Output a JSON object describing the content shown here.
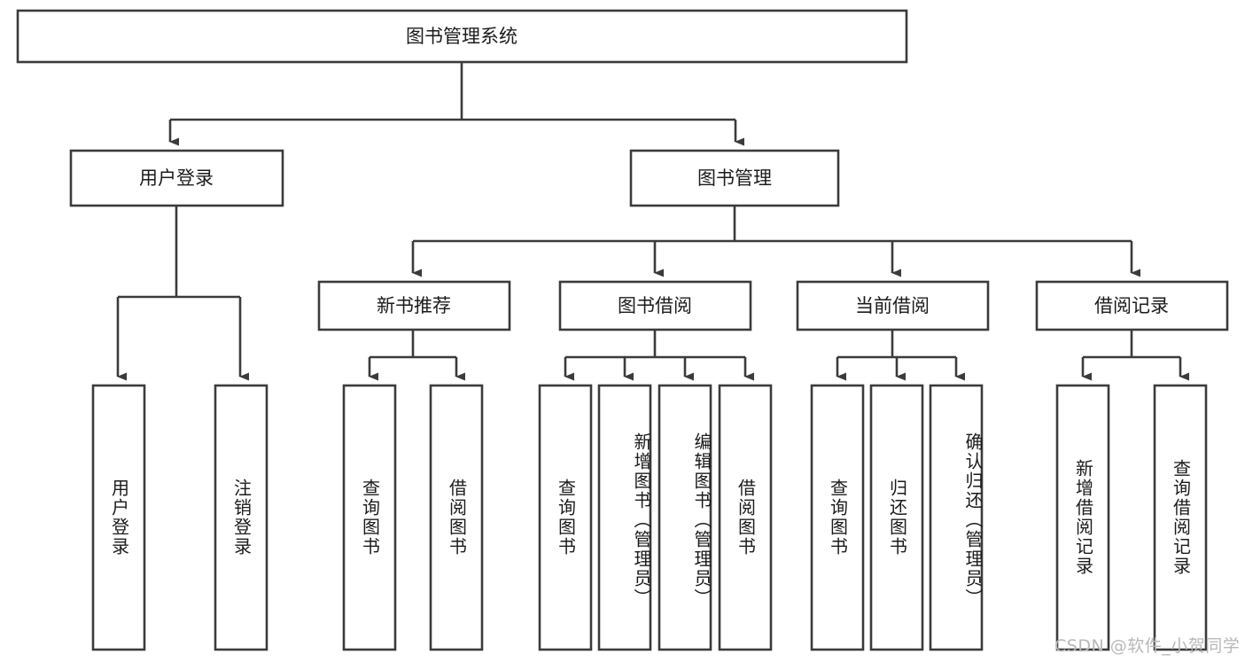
{
  "diagram": {
    "type": "tree",
    "title": "图书管理系统",
    "watermark": "CSDN @软件_小贺同学",
    "colors": {
      "box_stroke": "#3b3b3b",
      "box_fill": "#ffffff",
      "text": "#1b1b1b",
      "connector": "#3b3b3b",
      "watermark": "#b8b8b8",
      "background": "#ffffff"
    },
    "root": {
      "label": "图书管理系统"
    },
    "level2": [
      {
        "label": "用户登录"
      },
      {
        "label": "图书管理"
      }
    ],
    "level3": [
      {
        "label": "新书推荐"
      },
      {
        "label": "图书借阅"
      },
      {
        "label": "当前借阅"
      },
      {
        "label": "借阅记录"
      }
    ],
    "leaves": {
      "user_login": [
        {
          "label": "用户登录"
        },
        {
          "label": "注销登录"
        }
      ],
      "new_book_recommend": [
        {
          "label": "查询图书"
        },
        {
          "label": "借阅图书"
        }
      ],
      "book_borrow": [
        {
          "label": "查询图书"
        },
        {
          "label": "新增图书（管理员）"
        },
        {
          "label": "编辑图书（管理员）"
        },
        {
          "label": "借阅图书"
        }
      ],
      "current_borrow": [
        {
          "label": "查询图书"
        },
        {
          "label": "归还图书"
        },
        {
          "label": "确认归还（管理员）"
        }
      ],
      "borrow_record": [
        {
          "label": "新增借阅记录"
        },
        {
          "label": "查询借阅记录"
        }
      ]
    }
  }
}
